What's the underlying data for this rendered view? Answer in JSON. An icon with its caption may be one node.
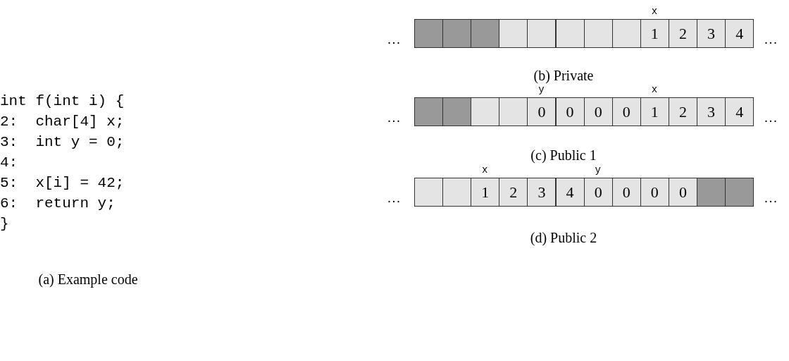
{
  "diagram": {
    "nodes": [
      {
        "text": [],
        "shape": "box"
      },
      {
        "text": [],
        "shape": "box"
      },
      {
        "text": [],
        "shape": "box"
      },
      {
        "text": [],
        "shape": "box"
      },
      {
        "text": [],
        "shape": "box"
      },
      {
        "text": [],
        "shape": "box"
      },
      {
        "text": [],
        "shape": "box"
      },
      {
        "text": [],
        "shape": "box"
      },
      {
        "text": [
          "1"
        ]
      },
      {
        "text": [
          "2"
        ]
      },
      {
        "text": [
          "3"
        ]
      },
      {
        "text": [
          "4"
        ]
      },
      {
        "text": [],
        "shape": "box"
      },
      {
        "text": [],
        "shape": "box"
      },
      {
        "text": [],
        "shape": "box"
      },
      {
        "text": [],
        "shape": "box"
      },
      {
        "text": [
          "0"
        ]
      },
      {
        "text": [
          "0"
        ]
      },
      {
        "text": [
          "0"
        ]
      },
      {
        "text": [
          "0"
        ]
      },
      {
        "text": [
          "1"
        ]
      },
      {
        "text": [
          "2"
        ]
      },
      {
        "text": [
          "3"
        ]
      },
      {
        "text": [
          "4"
        ]
      },
      {
        "text": [],
        "shape": "box"
      },
      {
        "text": [],
        "shape": "box"
      },
      {
        "text": [
          "1"
        ]
      },
      {
        "text": [
          "2"
        ]
      },
      {
        "text": [
          "3"
        ]
      },
      {
        "text": [
          "4"
        ]
      },
      {
        "text": [
          "0"
        ]
      },
      {
        "text": [
          "0"
        ]
      },
      {
        "text": [
          "0"
        ]
      },
      {
        "text": [
          "0"
        ]
      },
      {
        "text": [],
        "shape": "box"
      },
      {
        "text": [],
        "shape": "box"
      }
    ],
    "labels": [
      "int f(int i) {",
      "2:  char[4] x;",
      "3:  int y = 0;",
      "4:",
      "5:  x[i] = 42;",
      "6:  return y;",
      "}",
      "(a) Example code",
      "x",
      "...",
      "...",
      "(b) Private",
      "y",
      "x",
      "...",
      "...",
      "(c) Public 1",
      "x",
      "y",
      "...",
      "...",
      "(d) Public 2"
    ]
  }
}
